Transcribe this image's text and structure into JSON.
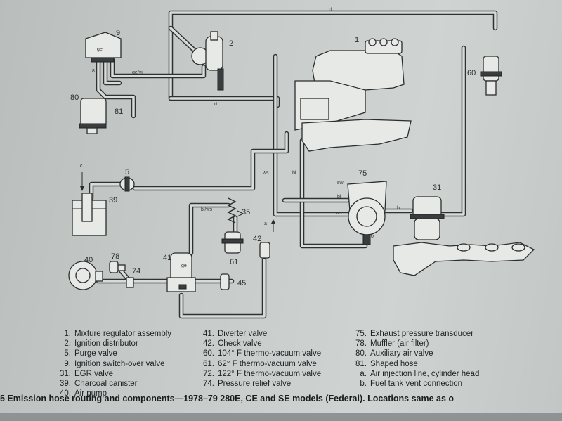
{
  "diagram": {
    "part_numbers": [
      "1",
      "2",
      "9",
      "80",
      "81",
      "5",
      "39",
      "40",
      "78",
      "74",
      "41",
      "45",
      "35",
      "61",
      "42",
      "75",
      "31",
      "60"
    ],
    "hose_labels": [
      "rt",
      "rt",
      "ge/vi",
      "ws",
      "bl",
      "bl/ws",
      "ws",
      "bl",
      "bl",
      "sw",
      "or",
      "ge",
      "c",
      "8",
      "a"
    ]
  },
  "legend": {
    "column1": [
      {
        "num": "1.",
        "text": "Mixture regulator assembly"
      },
      {
        "num": "2.",
        "text": "Ignition distributor"
      },
      {
        "num": "5.",
        "text": "Purge valve"
      },
      {
        "num": "9.",
        "text": "Ignition switch-over valve"
      },
      {
        "num": "31.",
        "text": "EGR valve"
      },
      {
        "num": "39.",
        "text": "Charcoal canister"
      },
      {
        "num": "40.",
        "text": "Air pump"
      }
    ],
    "column2": [
      {
        "num": "41.",
        "text": "Diverter valve"
      },
      {
        "num": "42.",
        "text": "Check valve"
      },
      {
        "num": "60.",
        "text": "104° F thermo-vacuum valve"
      },
      {
        "num": "61.",
        "text": "62° F thermo-vacuum valve"
      },
      {
        "num": "72.",
        "text": "122° F thermo-vacuum valve"
      },
      {
        "num": "74.",
        "text": "Pressure relief valve"
      }
    ],
    "column3": [
      {
        "num": "75.",
        "text": "Exhaust pressure transducer"
      },
      {
        "num": "78.",
        "text": "Muffler (air filter)"
      },
      {
        "num": "80.",
        "text": "Auxiliary air valve"
      },
      {
        "num": "81.",
        "text": "Shaped hose"
      },
      {
        "num": "a.",
        "text": "Air injection line, cylinder head"
      },
      {
        "num": "b.",
        "text": "Fuel tank vent connection"
      }
    ]
  },
  "caption": "5 Emission hose routing and components—1978–79 280E, CE and SE models (Federal). Locations same as o"
}
